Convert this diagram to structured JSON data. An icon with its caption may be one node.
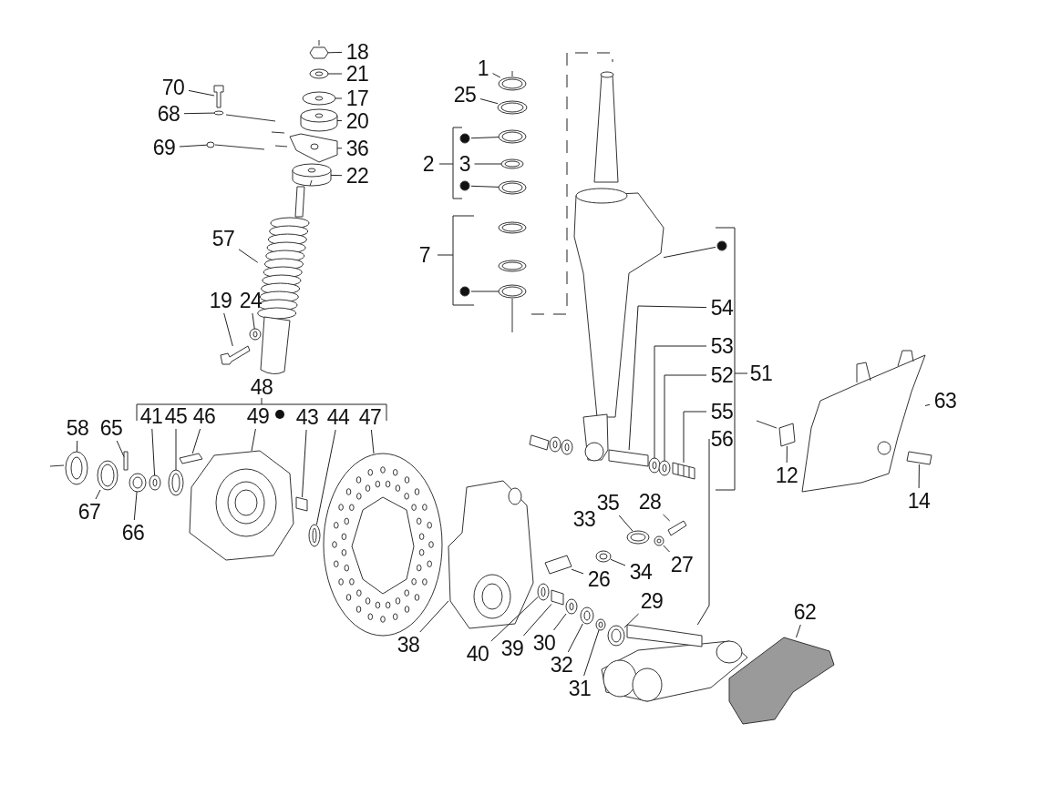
{
  "diagram": {
    "nodes": [
      {
        "text": [
          "18"
        ]
      },
      {
        "text": [
          "21"
        ]
      },
      {
        "text": [
          "17"
        ]
      },
      {
        "text": [
          "20"
        ]
      },
      {
        "text": [
          "36"
        ]
      },
      {
        "text": [
          "22"
        ]
      },
      {
        "text": [
          "70"
        ]
      },
      {
        "text": [
          "68"
        ]
      },
      {
        "text": [
          "69"
        ]
      },
      {
        "text": [
          "57"
        ]
      },
      {
        "text": [
          "19"
        ]
      },
      {
        "text": [
          "24"
        ]
      },
      {
        "text": [
          "1"
        ]
      },
      {
        "text": [
          "25"
        ]
      },
      {
        "text": [
          "3"
        ]
      },
      {
        "text": [
          "54"
        ]
      },
      {
        "text": [
          "53"
        ]
      },
      {
        "text": [
          "52"
        ]
      },
      {
        "text": [
          "55"
        ]
      },
      {
        "text": [
          "56"
        ]
      },
      {
        "text": [
          "35"
        ]
      },
      {
        "text": [
          "28"
        ]
      },
      {
        "text": [
          "27"
        ]
      },
      {
        "text": [
          "34"
        ]
      },
      {
        "text": [
          "26"
        ]
      },
      {
        "text": [
          "29"
        ]
      },
      {
        "text": [
          "38"
        ]
      },
      {
        "text": [
          "40"
        ]
      },
      {
        "text": [
          "39"
        ]
      },
      {
        "text": [
          "30"
        ]
      },
      {
        "text": [
          "32"
        ]
      },
      {
        "text": [
          "31"
        ]
      },
      {
        "text": [
          "62"
        ]
      },
      {
        "text": [
          "63"
        ]
      },
      {
        "text": [
          "12"
        ]
      },
      {
        "text": [
          "14"
        ]
      },
      {
        "text": [
          "41"
        ]
      },
      {
        "text": [
          "45"
        ]
      },
      {
        "text": [
          "46"
        ]
      },
      {
        "text": [
          "49"
        ]
      },
      {
        "text": [
          "43"
        ]
      },
      {
        "text": [
          "44"
        ]
      },
      {
        "text": [
          "47"
        ]
      },
      {
        "text": [
          "58"
        ]
      },
      {
        "text": [
          "65"
        ]
      },
      {
        "text": [
          "67"
        ]
      },
      {
        "text": [
          "66"
        ]
      },
      {
        "text": [],
        "shape": "box"
      },
      {
        "text": [],
        "shape": "circle"
      },
      {
        "text": [],
        "shape": "circle"
      },
      {
        "text": [],
        "shape": "cylinder"
      },
      {
        "text": [],
        "shape": "box"
      },
      {
        "text": [],
        "shape": "cylinder"
      },
      {
        "text": [],
        "shape": "box"
      },
      {
        "text": [],
        "shape": "circle"
      },
      {
        "text": [],
        "shape": "circle"
      },
      {
        "text": [],
        "shape": "picture"
      },
      {
        "text": [],
        "shape": "box"
      },
      {
        "text": [],
        "shape": "circle"
      },
      {
        "text": [],
        "shape": "circle"
      },
      {
        "text": [],
        "shape": "circle"
      },
      {
        "text": [],
        "shape": "circle"
      },
      {
        "text": [],
        "shape": "box"
      },
      {
        "text": [],
        "shape": "circle"
      },
      {
        "text": [],
        "shape": "circle"
      },
      {
        "text": [],
        "shape": "box"
      },
      {
        "text": [],
        "shape": "picture"
      },
      {
        "text": [],
        "shape": "circle"
      },
      {
        "text": [],
        "shape": "box"
      },
      {
        "text": [],
        "shape": "circle"
      },
      {
        "text": [],
        "shape": "circle"
      },
      {
        "text": [],
        "shape": "box"
      },
      {
        "text": [],
        "shape": "circle"
      },
      {
        "text": [],
        "shape": "picture"
      },
      {
        "text": [],
        "shape": "circle"
      },
      {
        "text": [],
        "shape": "box"
      },
      {
        "text": [],
        "shape": "circle"
      },
      {
        "text": [],
        "shape": "circle"
      },
      {
        "text": [],
        "shape": "circle"
      },
      {
        "text": [],
        "shape": "box"
      },
      {
        "text": [],
        "shape": "picture"
      },
      {
        "text": [],
        "shape": "box"
      },
      {
        "text": [],
        "shape": "box"
      },
      {
        "text": [],
        "shape": "circle"
      },
      {
        "text": [],
        "shape": "circle"
      },
      {
        "text": [],
        "shape": "box"
      },
      {
        "text": [],
        "shape": "picture"
      },
      {
        "text": [],
        "shape": "box"
      },
      {
        "text": [],
        "shape": "circle"
      },
      {
        "text": [],
        "shape": "picture"
      },
      {
        "text": [],
        "shape": "circle"
      },
      {
        "text": [],
        "shape": "box"
      },
      {
        "text": [],
        "shape": "circle"
      },
      {
        "text": [],
        "shape": "circle"
      },
      {
        "text": [],
        "shape": "circle"
      },
      {
        "text": [],
        "shape": "circle"
      },
      {
        "text": [],
        "shape": "circle"
      },
      {
        "text": [],
        "shape": "circle"
      },
      {
        "text": [],
        "shape": "circle"
      },
      {
        "text": [],
        "shape": "picture"
      },
      {
        "text": [],
        "shape": "picture"
      },
      {
        "text": [],
        "shape": "circle"
      },
      {
        "text": [],
        "shape": "circle"
      },
      {
        "text": [],
        "shape": "circle"
      },
      {
        "text": [],
        "shape": "circle"
      }
    ],
    "edges": [
      {
        "from": 0,
        "to": 47,
        "arrow": "none"
      },
      {
        "from": 1,
        "to": 48,
        "arrow": "none"
      },
      {
        "from": 2,
        "to": 49,
        "arrow": "none"
      },
      {
        "from": 3,
        "to": 50,
        "arrow": "none"
      },
      {
        "from": 4,
        "to": 51,
        "arrow": "none"
      },
      {
        "from": 5,
        "to": 52,
        "arrow": "none"
      },
      {
        "from": 6,
        "to": 53,
        "arrow": "none"
      },
      {
        "from": 7,
        "to": 54,
        "arrow": "none"
      },
      {
        "from": 8,
        "to": 55,
        "arrow": "none"
      },
      {
        "from": 9,
        "to": 56,
        "arrow": "none"
      },
      {
        "from": 10,
        "to": 57,
        "arrow": "none"
      },
      {
        "from": 11,
        "to": 58,
        "arrow": "none"
      },
      {
        "from": 12,
        "to": 59,
        "arrow": "none"
      },
      {
        "from": 13,
        "to": 60,
        "arrow": "none"
      },
      {
        "from": 14,
        "to": 61,
        "arrow": "none"
      },
      {
        "from": 15,
        "to": 62,
        "arrow": "none"
      },
      {
        "from": 16,
        "to": 63,
        "arrow": "none"
      },
      {
        "from": 17,
        "to": 64,
        "arrow": "none"
      },
      {
        "from": 18,
        "to": 65,
        "arrow": "none"
      },
      {
        "from": 19,
        "to": 66,
        "arrow": "none"
      },
      {
        "from": 20,
        "to": 67,
        "arrow": "none"
      },
      {
        "from": 21,
        "to": 68,
        "arrow": "none"
      },
      {
        "from": 22,
        "to": 69,
        "arrow": "none"
      },
      {
        "from": 23,
        "to": 70,
        "arrow": "none"
      },
      {
        "from": 24,
        "to": 71,
        "arrow": "none"
      },
      {
        "from": 25,
        "to": 72,
        "arrow": "none"
      },
      {
        "from": 26,
        "to": 73,
        "arrow": "none"
      },
      {
        "from": 27,
        "to": 74,
        "arrow": "none"
      },
      {
        "from": 28,
        "to": 75,
        "arrow": "none"
      },
      {
        "from": 29,
        "to": 76,
        "arrow": "none"
      },
      {
        "from": 30,
        "to": 77,
        "arrow": "none"
      },
      {
        "from": 31,
        "to": 78,
        "arrow": "none"
      },
      {
        "from": 32,
        "to": 79,
        "arrow": "none"
      },
      {
        "from": 33,
        "to": 80,
        "arrow": "none"
      },
      {
        "from": 34,
        "to": 81,
        "arrow": "none"
      },
      {
        "from": 35,
        "to": 82,
        "arrow": "none"
      },
      {
        "from": 36,
        "to": 83,
        "arrow": "none"
      },
      {
        "from": 37,
        "to": 84,
        "arrow": "none"
      },
      {
        "from": 38,
        "to": 85,
        "arrow": "none"
      },
      {
        "from": 39,
        "to": 86,
        "arrow": "none"
      },
      {
        "from": 40,
        "to": 87,
        "arrow": "none"
      },
      {
        "from": 41,
        "to": 88,
        "arrow": "none"
      },
      {
        "from": 42,
        "to": 89,
        "arrow": "none"
      },
      {
        "from": 43,
        "to": 90,
        "arrow": "none"
      },
      {
        "from": 44,
        "to": 91,
        "arrow": "none"
      },
      {
        "from": 45,
        "to": 92,
        "arrow": "none"
      },
      {
        "from": 46,
        "to": 93,
        "arrow": "none"
      },
      {
        "from": 101,
        "to": 94,
        "arrow": "none"
      },
      {
        "from": 102,
        "to": 95,
        "arrow": "none"
      },
      {
        "from": 103,
        "to": 98,
        "arrow": "none"
      },
      {
        "from": 104,
        "to": 99,
        "arrow": "none"
      }
    ],
    "labels": [
      "2",
      "7",
      "48",
      "51",
      "33"
    ]
  }
}
